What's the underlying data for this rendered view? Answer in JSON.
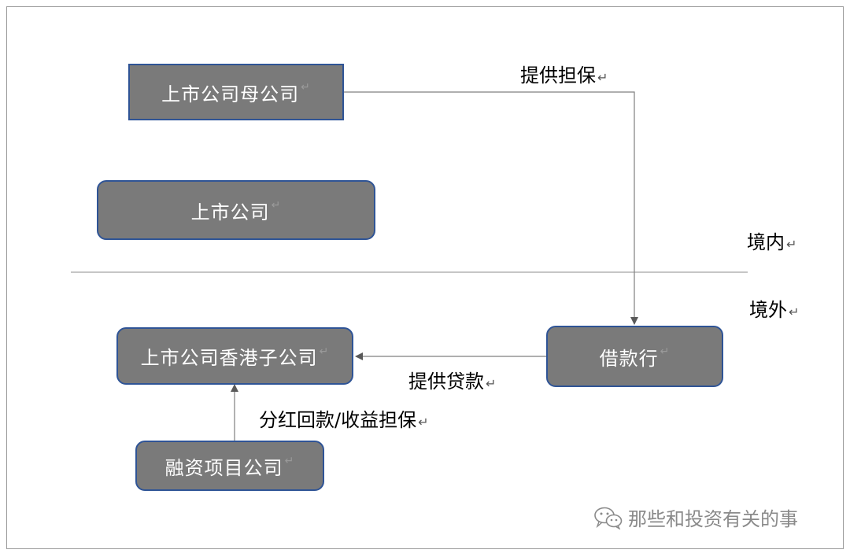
{
  "nodes": {
    "parent": "上市公司母公司",
    "listed": "上市公司",
    "hk_sub": "上市公司香港子公司",
    "lender": "借款行",
    "project": "融资项目公司"
  },
  "edge_labels": {
    "guarantee": "提供担保",
    "loan": "提供贷款",
    "dividend": "分红回款/收益担保"
  },
  "regions": {
    "domestic": "境内",
    "overseas": "境外"
  },
  "return_mark": "↵",
  "watermark": "那些和投资有关的事",
  "colors": {
    "box_fill": "#7a7a7a",
    "box_border": "#2f5496",
    "line": "#7f7f7f"
  }
}
